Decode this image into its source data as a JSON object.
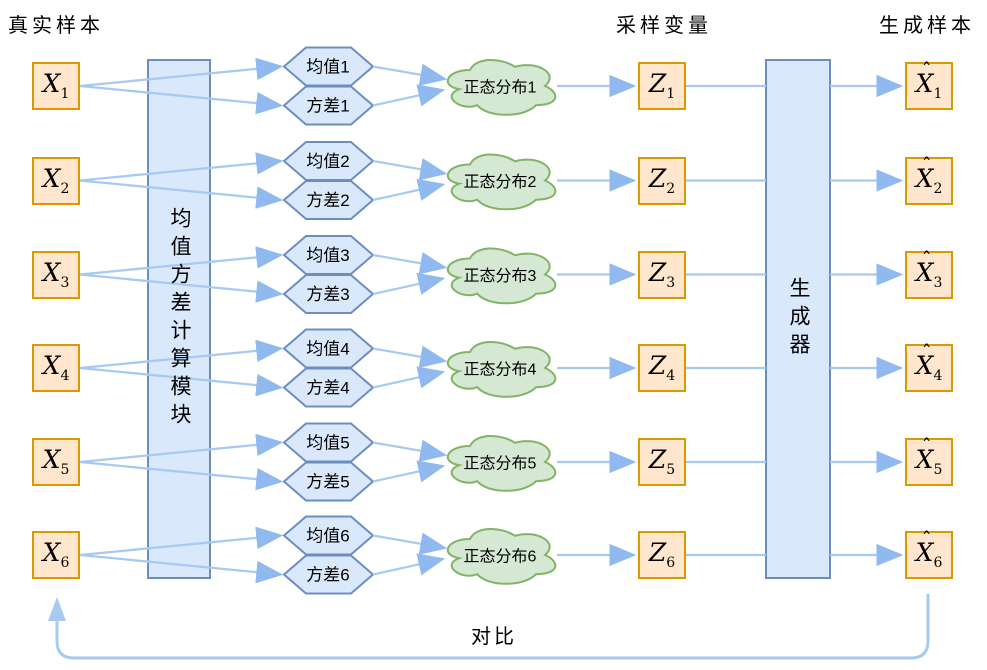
{
  "titles": {
    "real_samples": "真实样本",
    "sampled_variables": "采样变量",
    "generated_samples": "生成样本"
  },
  "modules": {
    "encoder_label": "均值方差计算模块",
    "generator_label": "生成器"
  },
  "footer": {
    "comparison_label": "对比"
  },
  "colors": {
    "sample_fill": "#FFE6CC",
    "sample_border": "#D79B00",
    "module_fill": "#DAE8FC",
    "module_border": "#6C8EBF",
    "cloud_fill": "#D5E8D4",
    "cloud_border": "#82B366",
    "arrow": "#A8CAF2",
    "text": "#000000"
  },
  "rows": [
    {
      "input_base": "X",
      "input_sub": "1",
      "mean": "均值1",
      "variance": "方差1",
      "distribution": "正态分布1",
      "z_base": "Z",
      "z_sub": "1",
      "output_hat": "ˆ",
      "output_base": "X",
      "output_sub": "1"
    },
    {
      "input_base": "X",
      "input_sub": "2",
      "mean": "均值2",
      "variance": "方差2",
      "distribution": "正态分布2",
      "z_base": "Z",
      "z_sub": "2",
      "output_hat": "ˆ",
      "output_base": "X",
      "output_sub": "2"
    },
    {
      "input_base": "X",
      "input_sub": "3",
      "mean": "均值3",
      "variance": "方差3",
      "distribution": "正态分布3",
      "z_base": "Z",
      "z_sub": "3",
      "output_hat": "ˆ",
      "output_base": "X",
      "output_sub": "3"
    },
    {
      "input_base": "X",
      "input_sub": "4",
      "mean": "均值4",
      "variance": "方差4",
      "distribution": "正态分布4",
      "z_base": "Z",
      "z_sub": "4",
      "output_hat": "ˆ",
      "output_base": "X",
      "output_sub": "4"
    },
    {
      "input_base": "X",
      "input_sub": "5",
      "mean": "均值5",
      "variance": "方差5",
      "distribution": "正态分布5",
      "z_base": "Z",
      "z_sub": "5",
      "output_hat": "ˆ",
      "output_base": "X",
      "output_sub": "5"
    },
    {
      "input_base": "X",
      "input_sub": "6",
      "mean": "均值6",
      "variance": "方差6",
      "distribution": "正态分布6",
      "z_base": "Z",
      "z_sub": "6",
      "output_hat": "ˆ",
      "output_base": "X",
      "output_sub": "6"
    }
  ]
}
